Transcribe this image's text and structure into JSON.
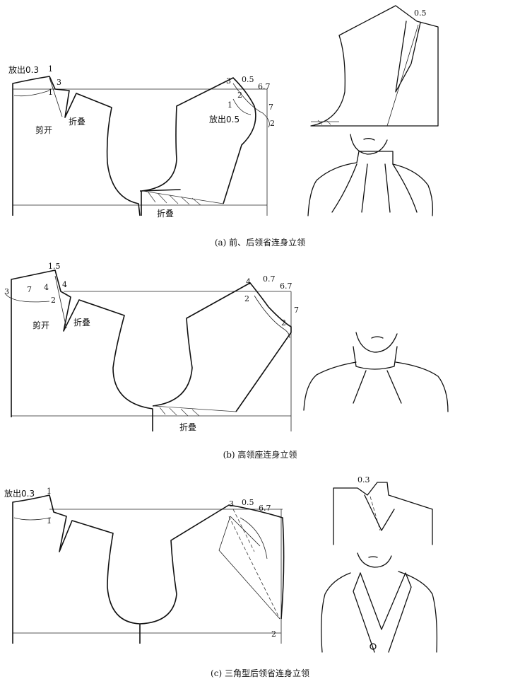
{
  "panel_a": {
    "caption": "(a) 前、后领省连身立领",
    "labels": {
      "release_left": "放出0.3",
      "cut": "剪开",
      "fold_upper": "折叠",
      "fold_lower": "折叠",
      "release_right": "放出0.5"
    },
    "numbers": {
      "n1_top": "1",
      "n3_left": "3",
      "n1_mid": "1",
      "n3_right": "3",
      "n05": "0.5",
      "n67": "6.7",
      "n2_mid": "2",
      "n1_right": "1",
      "n7": "7",
      "n2_right": "2",
      "n05_fig": "0.5"
    }
  },
  "panel_b": {
    "caption": "(b) 高领座连身立领",
    "labels": {
      "cut": "剪开",
      "fold_upper": "折叠",
      "fold_lower": "折叠"
    },
    "numbers": {
      "n15": "1.5",
      "n3": "3",
      "n7": "7",
      "n4_left": "4",
      "n4_lefttop": "4",
      "n2_left": "2",
      "n4_right": "4",
      "n07": "0.7",
      "n67": "6.7",
      "n2_right": "2",
      "n7_right": "7",
      "n2_far": "2"
    }
  },
  "panel_c": {
    "caption": "(c) 三角型后领省连身立领",
    "labels": {
      "release_left": "放出0.3"
    },
    "numbers": {
      "n1_top": "1",
      "n1_mid": "1",
      "n3": "3",
      "n05": "0.5",
      "n67": "6.7",
      "n2": "2",
      "n03_fig": "0.3"
    }
  },
  "icons": [
    "pattern-drafting-diagram",
    "collar-illustration"
  ]
}
